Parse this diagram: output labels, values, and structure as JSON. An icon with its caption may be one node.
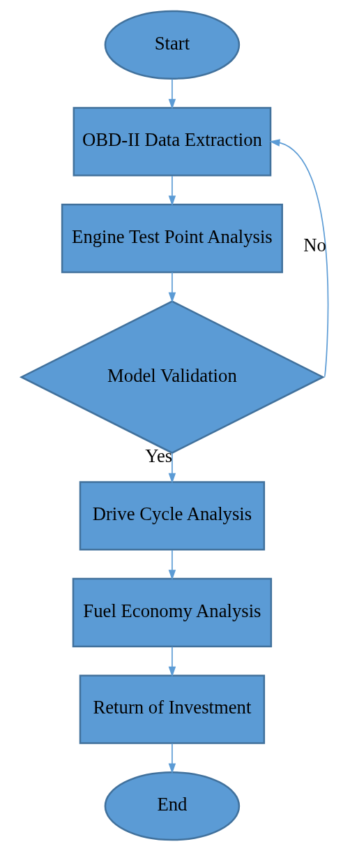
{
  "diagram": {
    "nodes": [
      {
        "text": [
          "Start"
        ]
      },
      {
        "text": [
          "OBD-II Data Extraction"
        ]
      },
      {
        "text": [
          "Engine Test Point Analysis"
        ]
      },
      {
        "text": [
          "Model Validation"
        ]
      },
      {
        "text": [
          "Drive Cycle Analysis"
        ]
      },
      {
        "text": [
          "Fuel Economy Analysis"
        ]
      },
      {
        "text": [
          "Return of Investment"
        ]
      },
      {
        "text": [
          "End"
        ]
      }
    ],
    "edges": [
      {
        "from": 0,
        "to": 1,
        "arrow": "to"
      },
      {
        "from": 1,
        "to": 2,
        "arrow": "to"
      },
      {
        "from": 2,
        "to": 3,
        "arrow": "to"
      },
      {
        "from": 3,
        "to": 1,
        "arrow": "to",
        "label": "No"
      },
      {
        "from": 3,
        "to": 4,
        "arrow": "to",
        "label": "Yes"
      },
      {
        "from": 4,
        "to": 5,
        "arrow": "to"
      },
      {
        "from": 5,
        "to": 6,
        "arrow": "to"
      },
      {
        "from": 6,
        "to": 7,
        "arrow": "to"
      }
    ]
  }
}
